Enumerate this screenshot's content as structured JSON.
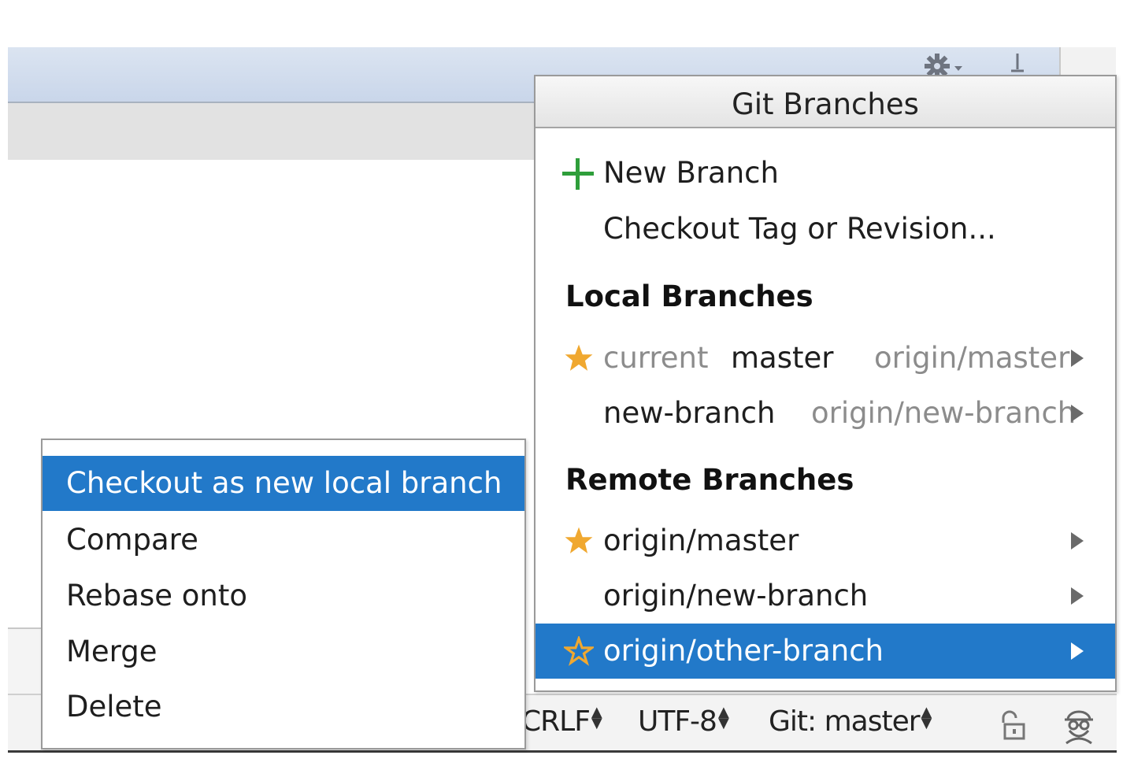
{
  "popup": {
    "title": "Git Branches",
    "actions": [
      {
        "label": "New Branch",
        "icon": "plus-icon"
      },
      {
        "label": "Checkout Tag or Revision..."
      }
    ],
    "local_section": "Local Branches",
    "local_branches": [
      {
        "tag": "current",
        "name": "master",
        "tracking": "origin/master",
        "favorite": true
      },
      {
        "name": "new-branch",
        "tracking": "origin/new-branch",
        "favorite": false
      }
    ],
    "remote_section": "Remote Branches",
    "remote_branches": [
      {
        "name": "origin/master",
        "favorite": true,
        "selected": false
      },
      {
        "name": "origin/new-branch",
        "favorite": false,
        "selected": false
      },
      {
        "name": "origin/other-branch",
        "favorite": false,
        "selected": true
      }
    ]
  },
  "submenu": {
    "items": [
      {
        "label": "Checkout as new local branch",
        "active": true
      },
      {
        "label": "Compare"
      },
      {
        "label": "Rebase onto"
      },
      {
        "label": "Merge"
      },
      {
        "label": "Delete"
      }
    ]
  },
  "status_bar": {
    "line_separator": "CRLF",
    "encoding": "UTF-8",
    "vcs_branch": "Git: master"
  },
  "colors": {
    "selection": "#2279c9",
    "star": "#f0a830",
    "plus": "#2e9e3a",
    "muted_text": "#8c8c8c"
  }
}
